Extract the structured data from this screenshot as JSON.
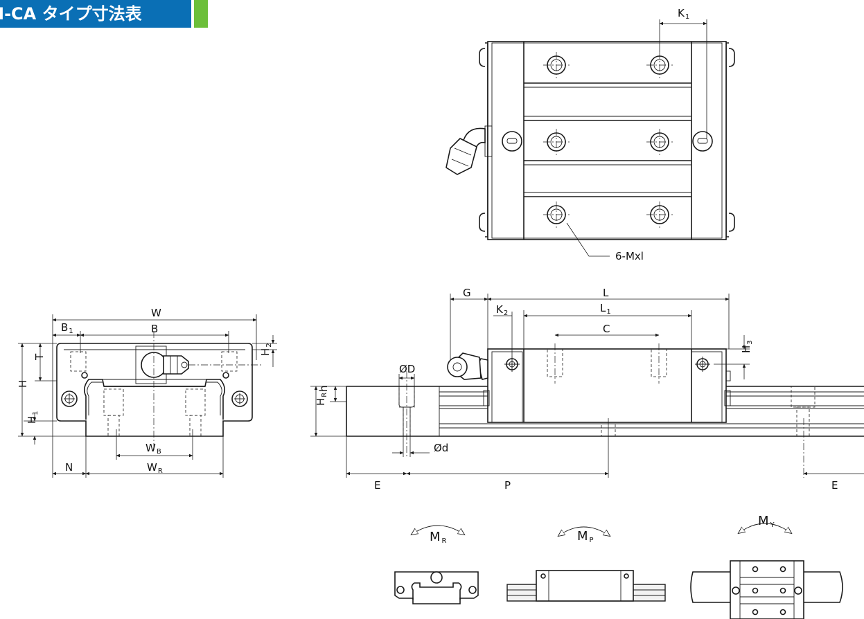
{
  "title": {
    "text": "H-CA タイプ寸法表",
    "bar_color": "#0a6fb5",
    "accent_color": "#6cbf3a"
  },
  "labels": {
    "K1": {
      "main": "K",
      "sub": "1"
    },
    "K2": {
      "main": "K",
      "sub": "2"
    },
    "mxl": "6-Mxl",
    "G": "G",
    "L": "L",
    "L1": {
      "main": "L",
      "sub": "1"
    },
    "C": "C",
    "W": "W",
    "B1": {
      "main": "B",
      "sub": "1"
    },
    "B": "B",
    "H": "H",
    "H1": {
      "main": "H",
      "sub": "1"
    },
    "H2": {
      "main": "H",
      "sub": "2"
    },
    "H3": {
      "main": "H",
      "sub": "3"
    },
    "HR": {
      "main": "H",
      "sub": "R"
    },
    "T": "T",
    "WB": {
      "main": "W",
      "sub": "B"
    },
    "WR": {
      "main": "W",
      "sub": "R"
    },
    "N": "N",
    "OD": "ØD",
    "Od": "Ød",
    "h": "h",
    "E_left": "E",
    "E_right": "E",
    "P": "P",
    "MR": {
      "main": "M",
      "sub": "R"
    },
    "MP": {
      "main": "M",
      "sub": "P"
    },
    "MY": {
      "main": "M",
      "sub": "Y"
    }
  },
  "icons": [
    "grease-nipple-icon",
    "bolt-hole-icon",
    "moment-arrow-icon"
  ]
}
